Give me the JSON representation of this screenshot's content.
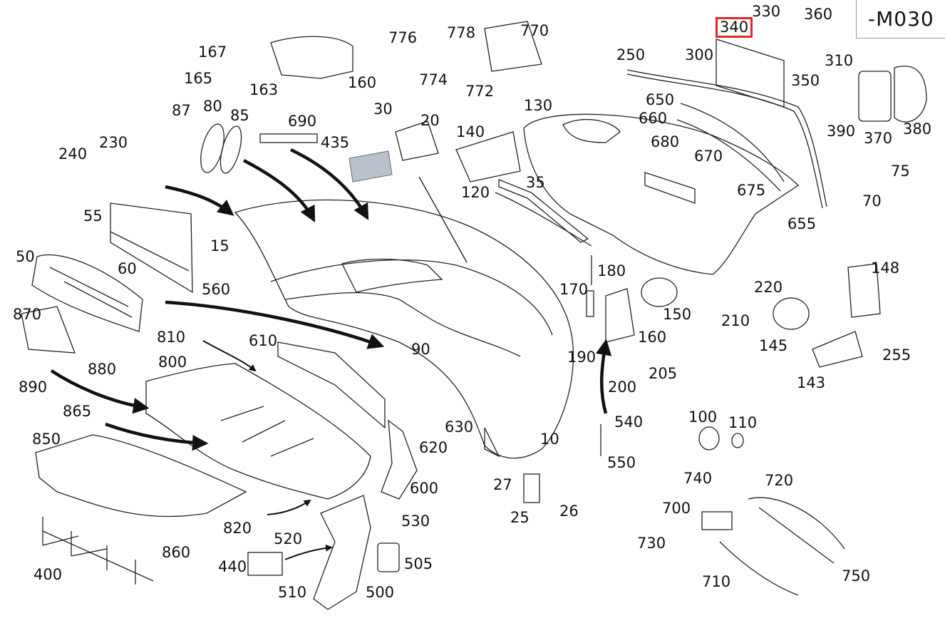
{
  "diagram": {
    "code": "-M030",
    "highlighted_part": "340",
    "parts": [
      {
        "id": "p10",
        "label": "10"
      },
      {
        "id": "p15",
        "label": "15"
      },
      {
        "id": "p20",
        "label": "20"
      },
      {
        "id": "p25",
        "label": "25"
      },
      {
        "id": "p26",
        "label": "26"
      },
      {
        "id": "p27",
        "label": "27"
      },
      {
        "id": "p30",
        "label": "30"
      },
      {
        "id": "p35",
        "label": "35"
      },
      {
        "id": "p50",
        "label": "50"
      },
      {
        "id": "p55",
        "label": "55"
      },
      {
        "id": "p60",
        "label": "60"
      },
      {
        "id": "p70",
        "label": "70"
      },
      {
        "id": "p75",
        "label": "75"
      },
      {
        "id": "p80",
        "label": "80"
      },
      {
        "id": "p85",
        "label": "85"
      },
      {
        "id": "p87",
        "label": "87"
      },
      {
        "id": "p90",
        "label": "90"
      },
      {
        "id": "p100",
        "label": "100"
      },
      {
        "id": "p110",
        "label": "110"
      },
      {
        "id": "p120",
        "label": "120"
      },
      {
        "id": "p130",
        "label": "130"
      },
      {
        "id": "p140",
        "label": "140"
      },
      {
        "id": "p143",
        "label": "143"
      },
      {
        "id": "p145",
        "label": "145"
      },
      {
        "id": "p148",
        "label": "148"
      },
      {
        "id": "p150",
        "label": "150"
      },
      {
        "id": "p160a",
        "label": "160"
      },
      {
        "id": "p160b",
        "label": "160"
      },
      {
        "id": "p163",
        "label": "163"
      },
      {
        "id": "p165",
        "label": "165"
      },
      {
        "id": "p167",
        "label": "167"
      },
      {
        "id": "p170",
        "label": "170"
      },
      {
        "id": "p180",
        "label": "180"
      },
      {
        "id": "p190",
        "label": "190"
      },
      {
        "id": "p200",
        "label": "200"
      },
      {
        "id": "p205",
        "label": "205"
      },
      {
        "id": "p210",
        "label": "210"
      },
      {
        "id": "p220",
        "label": "220"
      },
      {
        "id": "p230",
        "label": "230"
      },
      {
        "id": "p240",
        "label": "240"
      },
      {
        "id": "p250",
        "label": "250"
      },
      {
        "id": "p255",
        "label": "255"
      },
      {
        "id": "p300",
        "label": "300"
      },
      {
        "id": "p310",
        "label": "310"
      },
      {
        "id": "p330",
        "label": "330"
      },
      {
        "id": "p340",
        "label": "340"
      },
      {
        "id": "p350",
        "label": "350"
      },
      {
        "id": "p360",
        "label": "360"
      },
      {
        "id": "p370",
        "label": "370"
      },
      {
        "id": "p380",
        "label": "380"
      },
      {
        "id": "p390",
        "label": "390"
      },
      {
        "id": "p400",
        "label": "400"
      },
      {
        "id": "p435",
        "label": "435"
      },
      {
        "id": "p440",
        "label": "440"
      },
      {
        "id": "p500",
        "label": "500"
      },
      {
        "id": "p505",
        "label": "505"
      },
      {
        "id": "p510",
        "label": "510"
      },
      {
        "id": "p520",
        "label": "520"
      },
      {
        "id": "p530",
        "label": "530"
      },
      {
        "id": "p540",
        "label": "540"
      },
      {
        "id": "p550",
        "label": "550"
      },
      {
        "id": "p560",
        "label": "560"
      },
      {
        "id": "p600",
        "label": "600"
      },
      {
        "id": "p610",
        "label": "610"
      },
      {
        "id": "p620",
        "label": "620"
      },
      {
        "id": "p630",
        "label": "630"
      },
      {
        "id": "p650",
        "label": "650"
      },
      {
        "id": "p655",
        "label": "655"
      },
      {
        "id": "p660",
        "label": "660"
      },
      {
        "id": "p670",
        "label": "670"
      },
      {
        "id": "p675",
        "label": "675"
      },
      {
        "id": "p680",
        "label": "680"
      },
      {
        "id": "p690",
        "label": "690"
      },
      {
        "id": "p700",
        "label": "700"
      },
      {
        "id": "p710",
        "label": "710"
      },
      {
        "id": "p720",
        "label": "720"
      },
      {
        "id": "p730",
        "label": "730"
      },
      {
        "id": "p740",
        "label": "740"
      },
      {
        "id": "p750",
        "label": "750"
      },
      {
        "id": "p770",
        "label": "770"
      },
      {
        "id": "p772",
        "label": "772"
      },
      {
        "id": "p774",
        "label": "774"
      },
      {
        "id": "p776",
        "label": "776"
      },
      {
        "id": "p778",
        "label": "778"
      },
      {
        "id": "p800",
        "label": "800"
      },
      {
        "id": "p810",
        "label": "810"
      },
      {
        "id": "p820",
        "label": "820"
      },
      {
        "id": "p850",
        "label": "850"
      },
      {
        "id": "p860",
        "label": "860"
      },
      {
        "id": "p865",
        "label": "865"
      },
      {
        "id": "p870",
        "label": "870"
      },
      {
        "id": "p880",
        "label": "880"
      },
      {
        "id": "p890",
        "label": "890"
      }
    ]
  },
  "colors": {
    "highlight": "#e3262a",
    "line": "#222222",
    "fill_grey": "#b9c2cc"
  }
}
